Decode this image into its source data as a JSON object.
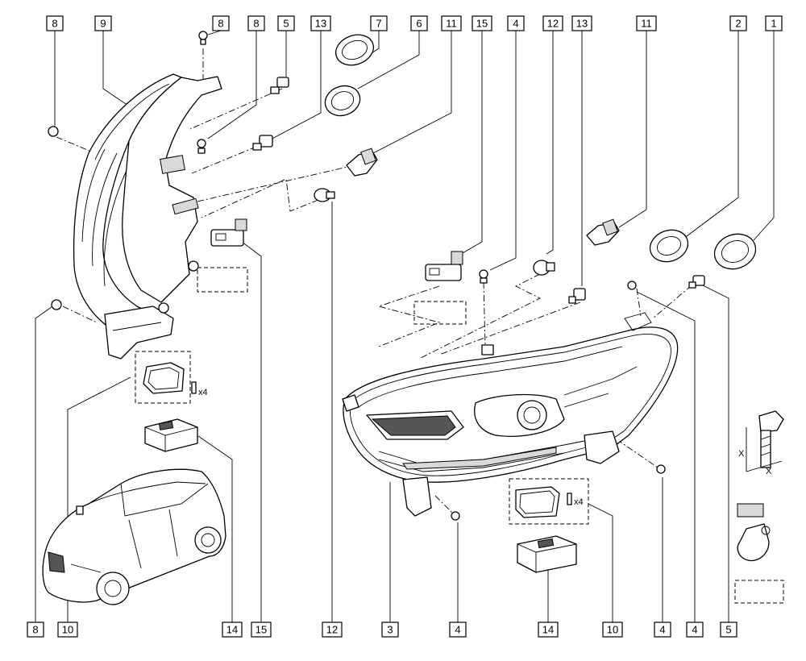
{
  "callouts": {
    "top": [
      {
        "id": "c-top-8a",
        "label": "8"
      },
      {
        "id": "c-top-9",
        "label": "9"
      },
      {
        "id": "c-top-8b",
        "label": "8"
      },
      {
        "id": "c-top-8c",
        "label": "8"
      },
      {
        "id": "c-top-5",
        "label": "5"
      },
      {
        "id": "c-top-13a",
        "label": "13"
      },
      {
        "id": "c-top-7",
        "label": "7"
      },
      {
        "id": "c-top-6",
        "label": "6"
      },
      {
        "id": "c-top-11a",
        "label": "11"
      },
      {
        "id": "c-top-15",
        "label": "15"
      },
      {
        "id": "c-top-4",
        "label": "4"
      },
      {
        "id": "c-top-12",
        "label": "12"
      },
      {
        "id": "c-top-13b",
        "label": "13"
      },
      {
        "id": "c-top-11b",
        "label": "11"
      },
      {
        "id": "c-top-2",
        "label": "2"
      },
      {
        "id": "c-top-1",
        "label": "1"
      }
    ],
    "bottom": [
      {
        "id": "c-bot-8",
        "label": "8"
      },
      {
        "id": "c-bot-10a",
        "label": "10"
      },
      {
        "id": "c-bot-14a",
        "label": "14"
      },
      {
        "id": "c-bot-15",
        "label": "15"
      },
      {
        "id": "c-bot-12",
        "label": "12"
      },
      {
        "id": "c-bot-3",
        "label": "3"
      },
      {
        "id": "c-bot-4a",
        "label": "4"
      },
      {
        "id": "c-bot-14b",
        "label": "14"
      },
      {
        "id": "c-bot-10b",
        "label": "10"
      },
      {
        "id": "c-bot-4b",
        "label": "4"
      },
      {
        "id": "c-bot-4c",
        "label": "4"
      },
      {
        "id": "c-bot-5",
        "label": "5"
      }
    ]
  },
  "annotations": {
    "gasket_qty_left": "x4",
    "gasket_qty_right": "x4",
    "bolt_dim_a": "X",
    "bolt_dim_b": "X"
  }
}
